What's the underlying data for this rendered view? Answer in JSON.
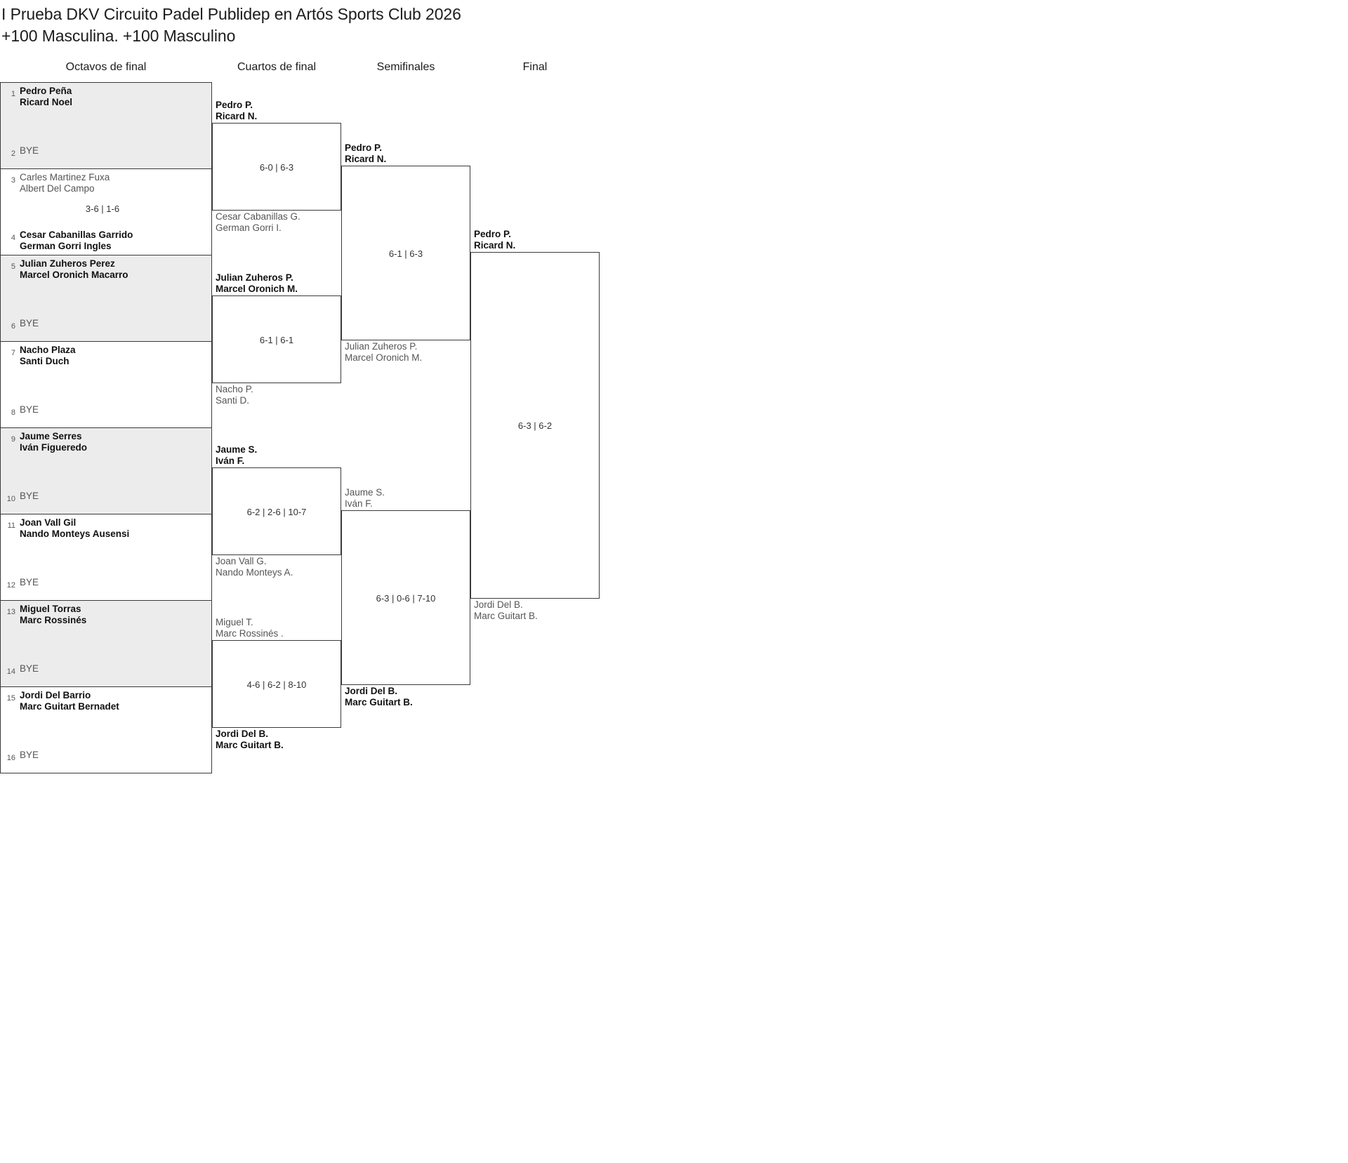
{
  "title": {
    "line1": "I Prueba DKV Circuito Padel Publidep en Artós Sports Club 2026",
    "line2": "+100 Masculina. +100 Masculino"
  },
  "rounds": [
    {
      "id": "r1",
      "label": "Octavos de final"
    },
    {
      "id": "r2",
      "label": "Cuartos de final"
    },
    {
      "id": "r3",
      "label": "Semifinales"
    },
    {
      "id": "r4",
      "label": "Final"
    }
  ],
  "round1": {
    "matches": [
      {
        "shaded": true,
        "score": "",
        "top": {
          "seed": "1",
          "p1": "Pedro Peña",
          "p2": "Ricard Noel",
          "state": "winner",
          "bye": false
        },
        "bottom": {
          "seed": "2",
          "p1": "BYE",
          "p2": "",
          "state": "bye",
          "bye": true
        }
      },
      {
        "shaded": false,
        "score": "3-6 | 1-6",
        "top": {
          "seed": "3",
          "p1": "Carles Martinez Fuxa",
          "p2": "Albert Del Campo",
          "state": "loser",
          "bye": false
        },
        "bottom": {
          "seed": "4",
          "p1": "Cesar Cabanillas Garrido",
          "p2": "German Gorri Ingles",
          "state": "winner",
          "bye": false
        }
      },
      {
        "shaded": true,
        "score": "",
        "top": {
          "seed": "5",
          "p1": "Julian Zuheros Perez",
          "p2": "Marcel Oronich Macarro",
          "state": "winner",
          "bye": false
        },
        "bottom": {
          "seed": "6",
          "p1": "BYE",
          "p2": "",
          "state": "bye",
          "bye": true
        }
      },
      {
        "shaded": false,
        "score": "",
        "top": {
          "seed": "7",
          "p1": "Nacho Plaza",
          "p2": "Santi Duch",
          "state": "winner",
          "bye": false
        },
        "bottom": {
          "seed": "8",
          "p1": "BYE",
          "p2": "",
          "state": "bye",
          "bye": true
        }
      },
      {
        "shaded": true,
        "score": "",
        "top": {
          "seed": "9",
          "p1": "Jaume Serres",
          "p2": "Iván Figueredo",
          "state": "winner",
          "bye": false
        },
        "bottom": {
          "seed": "10",
          "p1": "BYE",
          "p2": "",
          "state": "bye",
          "bye": true
        }
      },
      {
        "shaded": false,
        "score": "",
        "top": {
          "seed": "11",
          "p1": "Joan Vall Gil",
          "p2": "Nando Monteys Ausensi",
          "state": "winner",
          "bye": false
        },
        "bottom": {
          "seed": "12",
          "p1": "BYE",
          "p2": "",
          "state": "bye",
          "bye": true
        }
      },
      {
        "shaded": true,
        "score": "",
        "top": {
          "seed": "13",
          "p1": "Miguel Torras",
          "p2": "Marc Rossinés",
          "state": "winner",
          "bye": false
        },
        "bottom": {
          "seed": "14",
          "p1": "BYE",
          "p2": "",
          "state": "bye",
          "bye": true
        }
      },
      {
        "shaded": false,
        "score": "",
        "top": {
          "seed": "15",
          "p1": "Jordi Del Barrio",
          "p2": "Marc Guitart Bernadet",
          "state": "winner",
          "bye": false
        },
        "bottom": {
          "seed": "16",
          "p1": "BYE",
          "p2": "",
          "state": "bye",
          "bye": true
        }
      }
    ]
  },
  "round2": {
    "matches": [
      {
        "score": "6-0 | 6-3",
        "top": {
          "p1": "Pedro P.",
          "p2": "Ricard N.",
          "state": "winner"
        },
        "bottom": {
          "p1": "Cesar Cabanillas G.",
          "p2": "German Gorri I.",
          "state": "loser"
        }
      },
      {
        "score": "6-1 | 6-1",
        "top": {
          "p1": "Julian Zuheros P.",
          "p2": "Marcel Oronich M.",
          "state": "winner"
        },
        "bottom": {
          "p1": "Nacho P.",
          "p2": "Santi D.",
          "state": "loser"
        }
      },
      {
        "score": "6-2 | 2-6 | 10-7",
        "top": {
          "p1": "Jaume S.",
          "p2": "Iván F.",
          "state": "winner"
        },
        "bottom": {
          "p1": "Joan Vall G.",
          "p2": "Nando Monteys A.",
          "state": "loser"
        }
      },
      {
        "score": "4-6 | 6-2 | 8-10",
        "top": {
          "p1": "Miguel T.",
          "p2": "Marc Rossinés .",
          "state": "loser"
        },
        "bottom": {
          "p1": "Jordi Del B.",
          "p2": "Marc Guitart B.",
          "state": "winner"
        }
      }
    ]
  },
  "round3": {
    "matches": [
      {
        "score": "6-1 | 6-3",
        "top": {
          "p1": "Pedro P.",
          "p2": "Ricard N.",
          "state": "winner"
        },
        "bottom": {
          "p1": "Julian Zuheros P.",
          "p2": "Marcel Oronich M.",
          "state": "loser"
        }
      },
      {
        "score": "6-3 | 0-6 | 7-10",
        "top": {
          "p1": "Jaume S.",
          "p2": "Iván F.",
          "state": "loser"
        },
        "bottom": {
          "p1": "Jordi Del B.",
          "p2": "Marc Guitart B.",
          "state": "winner"
        }
      }
    ]
  },
  "round4": {
    "matches": [
      {
        "score": "6-3 | 6-2",
        "top": {
          "p1": "Pedro P.",
          "p2": "Ricard N.",
          "state": "winner"
        },
        "bottom": {
          "p1": "Jordi Del B.",
          "p2": "Marc Guitart B.",
          "state": "loser"
        }
      }
    ]
  }
}
